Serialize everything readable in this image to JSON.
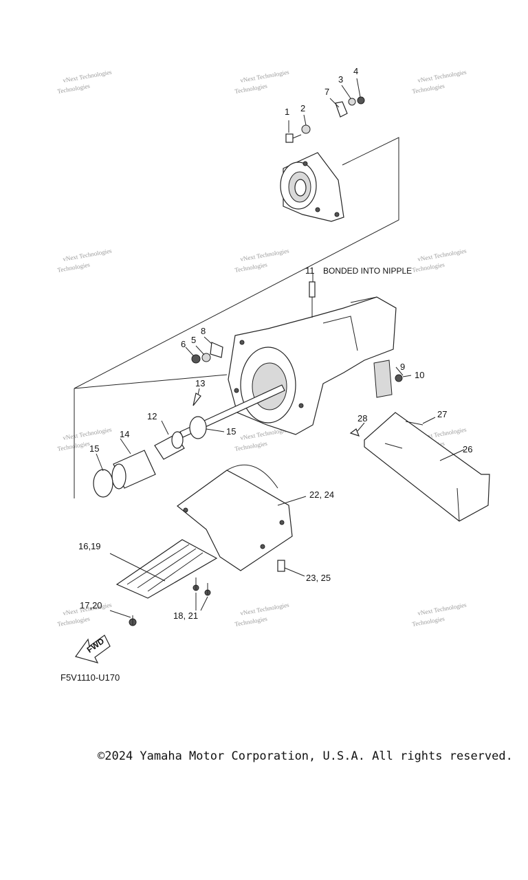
{
  "diagram": {
    "callouts": {
      "c1": "1",
      "c2": "2",
      "c3": "3",
      "c4": "4",
      "c5": "5",
      "c6": "6",
      "c7": "7",
      "c8": "8",
      "c9": "9",
      "c10": "10",
      "c11": "11",
      "c12": "12",
      "c13": "13",
      "c14": "14",
      "c15a": "15",
      "c15b": "15",
      "c16_19": "16,19",
      "c17_20": "17,20",
      "c18_21": "18, 21",
      "c22_24": "22, 24",
      "c23_25": "23, 25",
      "c26": "26",
      "c27": "27",
      "c28": "28"
    },
    "note_bonded": "BONDED INTO NIPPLE",
    "fwd_label": "FWD",
    "watermark_line1": "vNext Technologies",
    "watermark_line2": "Technologies",
    "code": "F5V1110-U170"
  },
  "footer": {
    "copyright": "©2024 Yamaha Motor Corporation, U.S.A. All rights reserved."
  }
}
